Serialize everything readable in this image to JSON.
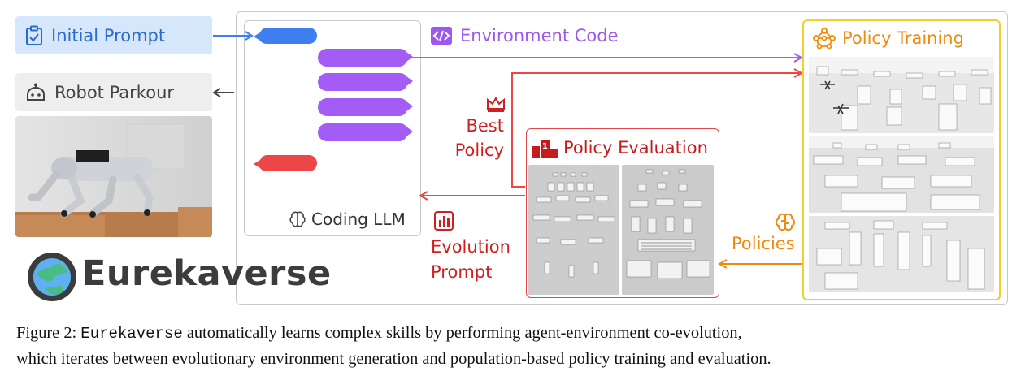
{
  "initial_prompt": {
    "label": "Initial Prompt",
    "icon": "clipboard-check-icon"
  },
  "robot_parkour": {
    "label": "Robot Parkour",
    "icon": "robot-icon"
  },
  "coding_llm": {
    "label": "Coding LLM",
    "icon": "brain-icon"
  },
  "environment_code": {
    "label": "Environment Code",
    "icon": "code-icon",
    "color": "#9b59f0"
  },
  "best_policy": {
    "line1": "Best",
    "line2": "Policy",
    "icon": "crown-icon",
    "color": "#d11f1f"
  },
  "evolution_prompt": {
    "line1": "Evolution",
    "line2": "Prompt",
    "icon": "bar-chart-icon",
    "color": "#d11f1f"
  },
  "policy_evaluation": {
    "label": "Policy Evaluation",
    "icon": "podium-icon",
    "color": "#c41c1c"
  },
  "policy_training": {
    "label": "Policy Training",
    "icon": "network-icon",
    "color": "#f08a0d"
  },
  "policies": {
    "label": "Policies",
    "icon": "brain-icon",
    "color": "#f08a0d"
  },
  "logo": {
    "text": "Eurekaverse"
  },
  "caption": {
    "prefix": "Figure 2: ",
    "name": "Eurekaverse",
    "line1_rest": " automatically learns complex skills by performing agent-environment co-evolution,",
    "line2": "which iterates between evolutionary environment generation and population-based policy training and evaluation."
  },
  "colors": {
    "blue": "#3d7ff0",
    "purple": "#a35cf5",
    "red": "#ec4646",
    "orange": "#f08a0d",
    "yellow_border": "#f3cf2b"
  }
}
